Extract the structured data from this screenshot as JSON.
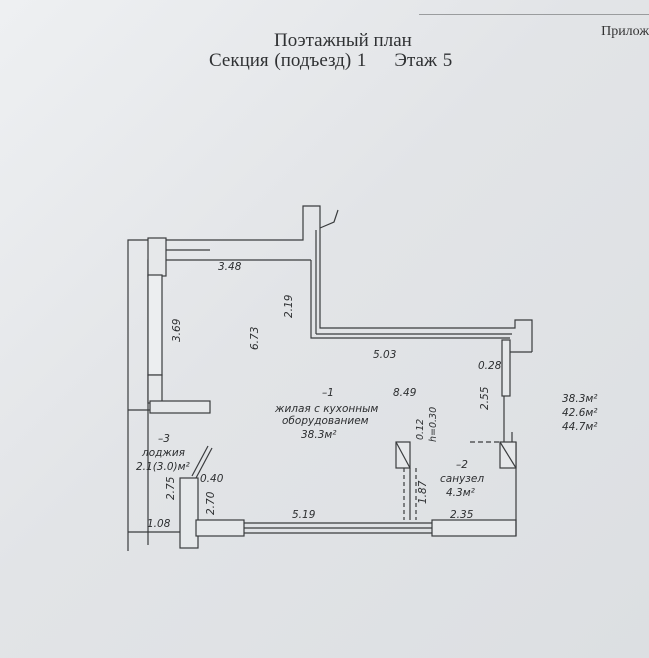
{
  "header": {
    "appendix": "Прилож",
    "title": "Поэтажный план",
    "section": "Секция (подъезд) 1",
    "floor": "Этаж 5"
  },
  "dimensions": {
    "d_348": "3.48",
    "d_219": "2.19",
    "d_369": "3.69",
    "d_673": "6.73",
    "d_503": "5.03",
    "d_028": "0.28",
    "d_849": "8.49",
    "d_255": "2.55",
    "d_012": "0.12",
    "d_h030": "h=0.30",
    "d_040": "0.40",
    "d_275": "2.75",
    "d_270": "2.70",
    "d_108": "1.08",
    "d_519": "5.19",
    "d_187": "1.87",
    "d_235": "2.35"
  },
  "rooms": {
    "living": {
      "num": "1",
      "name1": "жилая с кухонным",
      "name2": "оборудованием",
      "area": "38.3м²"
    },
    "bath": {
      "num": "2",
      "name": "санузел",
      "area": "4.3м²"
    },
    "loggia": {
      "num": "3",
      "name": "лоджия",
      "area": "2.1(3.0)м²"
    }
  },
  "totals": [
    "38.3м²",
    "42.6м²",
    "44.7м²"
  ]
}
